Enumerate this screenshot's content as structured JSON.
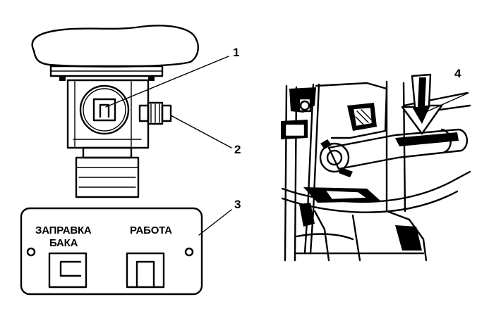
{
  "callouts": {
    "c1": "1",
    "c2": "2",
    "c3": "3",
    "c4": "4"
  },
  "plate": {
    "fill_label_line1": "ЗАПРАВКА",
    "fill_label_line2": "БАКА",
    "work_label": "РАБОТА"
  },
  "colors": {
    "ink": "#000000",
    "paper": "#ffffff"
  }
}
